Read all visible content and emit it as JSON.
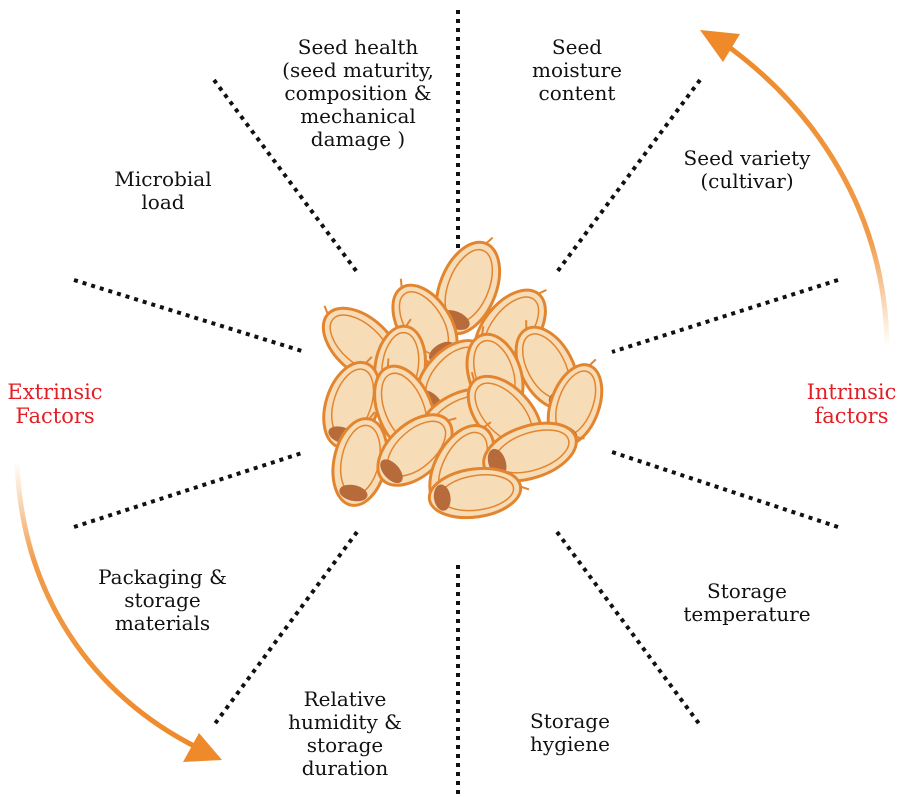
{
  "colors": {
    "text": "#111111",
    "accent_red": "#e31e24",
    "arrow_orange": "#ee8a2a",
    "divider": "#111111",
    "seed_fill": "#f7dcb8",
    "seed_outline": "#e3852f",
    "seed_embryo": "#b86b3a"
  },
  "factor_groups": {
    "extrinsic": "Extrinsic\nFactors",
    "intrinsic": "Intrinsic\nfactors"
  },
  "factors": {
    "seed_health": "Seed health\n(seed maturity,\ncomposition &\nmechanical\ndamage )",
    "seed_moisture": "Seed\nmoisture\ncontent",
    "seed_variety": "Seed variety\n(cultivar)",
    "microbial_load": "Microbial\nload",
    "storage_temperature": "Storage\ntemperature",
    "storage_hygiene": "Storage\nhygiene",
    "relative_humidity": "Relative\nhumidity &\nstorage\nduration",
    "packaging": "Packaging &\nstorage\nmaterials"
  },
  "icons": {
    "center": "seed-cluster-icon",
    "intrinsic_arrow": "curved-arrow-up-icon",
    "extrinsic_arrow": "curved-arrow-down-icon"
  }
}
